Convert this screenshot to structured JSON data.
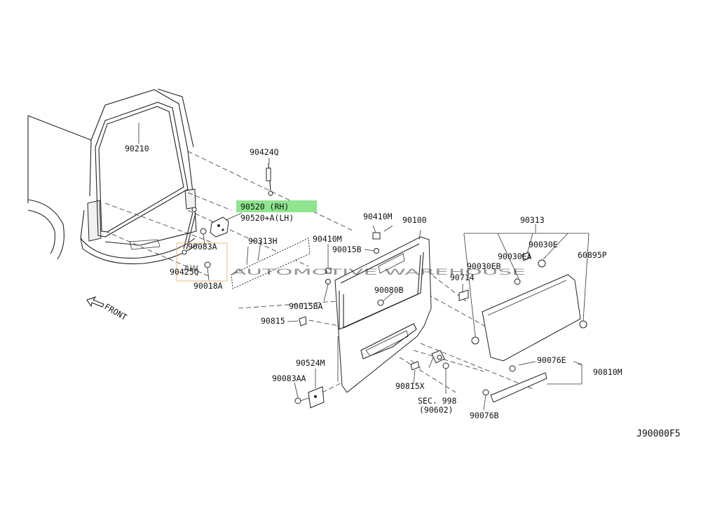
{
  "diagram": {
    "code": "J90000F5",
    "front_label": "FRONT",
    "highlight_color": "#8ee58e",
    "watermark": {
      "logo": "AW",
      "text": "AUTOMOTIVE WAREHOUSE",
      "color": "#e8b56a"
    },
    "parts": {
      "p90210": "90210",
      "p90424Q": "90424Q",
      "p90520_rh": "90520 (RH)",
      "p90520_lh": "90520+A(LH)",
      "p90313H": "90313H",
      "p90083A": "90083A",
      "p90425Q": "90425Q",
      "p90018A": "90018A",
      "p90410M_top": "90410M",
      "p90100": "90100",
      "p90313": "90313",
      "p90410M_mid": "90410M",
      "p90015B": "90015B",
      "p90030E": "90030E",
      "p90030EA": "90030EA",
      "p60895P": "60895P",
      "p90030EB": "90030EB",
      "p90714": "90714",
      "p90080B": "90080B",
      "p90015BA": "90015BA",
      "p90815": "90815",
      "p90524M": "90524M",
      "p90083AA": "90083AA",
      "p90815X": "90815X",
      "p_sec998": "SEC. 998",
      "p90602": "(90602)",
      "p90076E": "90076E",
      "p90810M": "90810M",
      "p90076B": "90076B"
    }
  }
}
